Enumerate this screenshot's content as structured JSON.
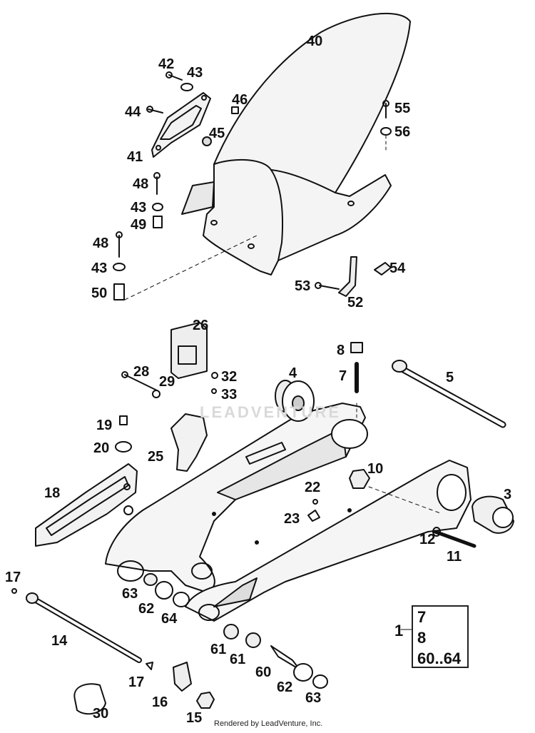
{
  "diagram": {
    "footer": "Rendered by LeadVenture, Inc.",
    "watermark": "LEADVENTURE",
    "assembly_ref": {
      "number": "1",
      "items": [
        "7",
        "8",
        "60..64"
      ]
    },
    "callouts": [
      {
        "id": "c40",
        "text": "40"
      },
      {
        "id": "c42",
        "text": "42"
      },
      {
        "id": "c43a",
        "text": "43"
      },
      {
        "id": "c44",
        "text": "44"
      },
      {
        "id": "c46",
        "text": "46"
      },
      {
        "id": "c45",
        "text": "45"
      },
      {
        "id": "c41",
        "text": "41"
      },
      {
        "id": "c55",
        "text": "55"
      },
      {
        "id": "c56",
        "text": "56"
      },
      {
        "id": "c48a",
        "text": "48"
      },
      {
        "id": "c43b",
        "text": "43"
      },
      {
        "id": "c49",
        "text": "49"
      },
      {
        "id": "c48b",
        "text": "48"
      },
      {
        "id": "c43c",
        "text": "43"
      },
      {
        "id": "c50",
        "text": "50"
      },
      {
        "id": "c53",
        "text": "53"
      },
      {
        "id": "c52",
        "text": "52"
      },
      {
        "id": "c54",
        "text": "54"
      },
      {
        "id": "c26",
        "text": "26"
      },
      {
        "id": "c8",
        "text": "8"
      },
      {
        "id": "c28",
        "text": "28"
      },
      {
        "id": "c29",
        "text": "29"
      },
      {
        "id": "c32",
        "text": "32"
      },
      {
        "id": "c33",
        "text": "33"
      },
      {
        "id": "c4",
        "text": "4"
      },
      {
        "id": "c7",
        "text": "7"
      },
      {
        "id": "c5",
        "text": "5"
      },
      {
        "id": "c19",
        "text": "19"
      },
      {
        "id": "c20",
        "text": "20"
      },
      {
        "id": "c25",
        "text": "25"
      },
      {
        "id": "c10",
        "text": "10"
      },
      {
        "id": "c18",
        "text": "18"
      },
      {
        "id": "c22",
        "text": "22"
      },
      {
        "id": "c23",
        "text": "23"
      },
      {
        "id": "c3",
        "text": "3"
      },
      {
        "id": "c12",
        "text": "12"
      },
      {
        "id": "c11",
        "text": "11"
      },
      {
        "id": "c17a",
        "text": "17"
      },
      {
        "id": "c63a",
        "text": "63"
      },
      {
        "id": "c62a",
        "text": "62"
      },
      {
        "id": "c64",
        "text": "64"
      },
      {
        "id": "c14",
        "text": "14"
      },
      {
        "id": "c61a",
        "text": "61"
      },
      {
        "id": "c61b",
        "text": "61"
      },
      {
        "id": "c60",
        "text": "60"
      },
      {
        "id": "c17b",
        "text": "17"
      },
      {
        "id": "c62b",
        "text": "62"
      },
      {
        "id": "c63b",
        "text": "63"
      },
      {
        "id": "c16",
        "text": "16"
      },
      {
        "id": "c30",
        "text": "30"
      },
      {
        "id": "c15",
        "text": "15"
      }
    ]
  }
}
